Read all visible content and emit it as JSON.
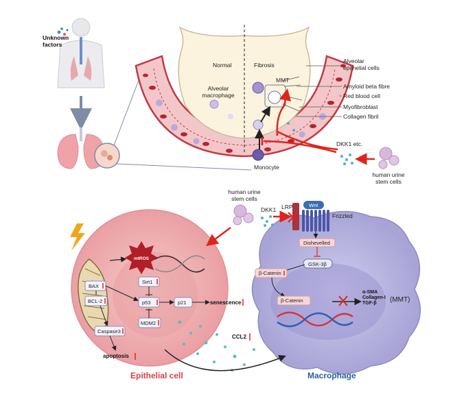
{
  "top": {
    "unknown_factors": "Unknown\nfactors",
    "normal": "Normal",
    "fibrosis": "Fibrosis",
    "alveolar_macrophage": "Alveolar\nmacrophage",
    "mmt": "MMT",
    "monocyte": "Monocyte",
    "legend": [
      "Alveolar\nepithelial cells",
      "Amyloid beta fibre",
      "Red blood cell",
      "Myofibroblast",
      "Collagen fibril"
    ],
    "dkk1_etc": "DKK1 etc.",
    "human_urine_stem_cells": "human urine\nstem cells"
  },
  "bottom": {
    "human_urine_stem_cells": "human urine\nstem cells",
    "dkk1": "DKK1",
    "lrp": "LRP",
    "wnt": "Wnt",
    "frizzled": "Frizzled",
    "dishevelled": "Dishevelled",
    "gsk3b": "GSK-3β",
    "beta_catenin_1": "β-Catenin",
    "beta_catenin_2": "β-Catenin",
    "targets": "α-SMA\nCollagen-I\nTGF-β",
    "mmt_label": "(MMT)",
    "mtros": "mtROS",
    "bax": "BAX",
    "bcl2": "BCL-2",
    "caspase3": "Caspase3",
    "apoptosis": "apoptosis",
    "sirt1": "Sirt1",
    "p53": "p53",
    "p21": "p21",
    "mdm2": "MDM2",
    "senescence": "senescence",
    "ccl2": "CCL2",
    "epithelial_cell": "Epithelial cell",
    "macrophage": "Macrophage"
  },
  "colors": {
    "red_arrow": "#e0241b",
    "vessel": "#c23a45",
    "epithelial_title": "#d8404a",
    "macrophage_title": "#2a5f9a",
    "macrophage_fill": "#b6b3dd",
    "cell_fill": "#f2b9bb"
  }
}
